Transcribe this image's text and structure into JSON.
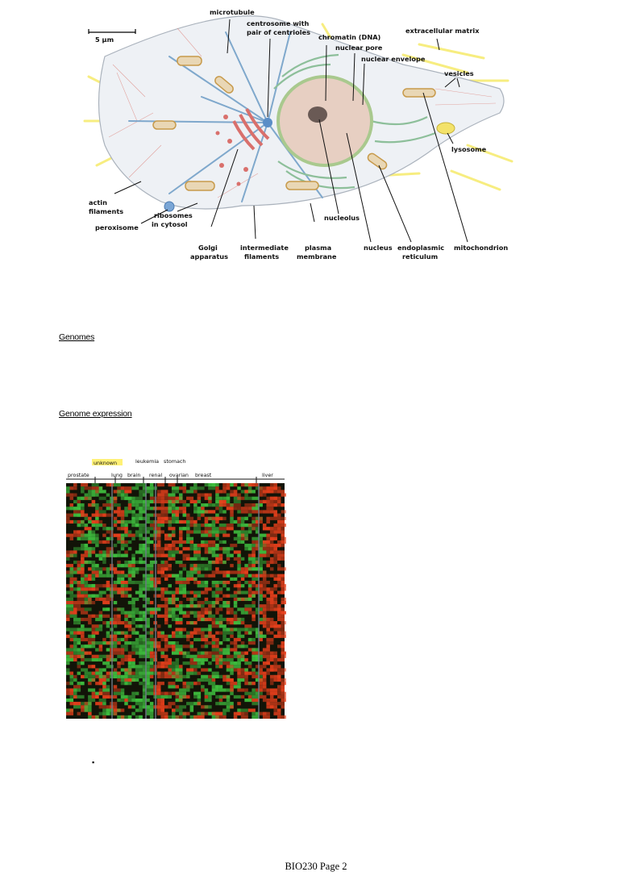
{
  "cell_figure": {
    "scale_bar": "5 μm",
    "labels": {
      "microtubule": "microtubule",
      "centrosome_1": "centrosome with",
      "centrosome_2": "pair of centrioles",
      "chromatin": "chromatin (DNA)",
      "nuclear_pore": "nuclear pore",
      "nuclear_envelope": "nuclear envelope",
      "extracellular_matrix": "extracellular matrix",
      "vesicles": "vesicles",
      "lysosome": "lysosome",
      "actin_1": "actin",
      "actin_2": "filaments",
      "peroxisome": "peroxisome",
      "ribosomes_1": "ribosomes",
      "ribosomes_2": "in cytosol",
      "golgi_1": "Golgi",
      "golgi_2": "apparatus",
      "intermediate_1": "intermediate",
      "intermediate_2": "filaments",
      "plasma_1": "plasma",
      "plasma_2": "membrane",
      "nucleolus": "nucleolus",
      "nucleus": "nucleus",
      "er_1": "endoplasmic",
      "er_2": "reticulum",
      "mitochondrion": "mitochondrion"
    }
  },
  "headings": {
    "genomes": "Genomes",
    "genome_expression": "Genome expression"
  },
  "heatmap": {
    "top_labels": {
      "unknown": "unknown",
      "leukemia": "leukemia",
      "stomach": "stomach"
    },
    "tissues": [
      "prostate",
      "lung",
      "brain",
      "renal",
      "ovarian",
      "breast",
      "liver"
    ],
    "colors": {
      "high": "#e8401c",
      "low": "#3fbf3f",
      "neutral": "#121408",
      "highlight": "#fff176"
    }
  },
  "bullet": "▪",
  "footer": "BIO230  Page 2"
}
